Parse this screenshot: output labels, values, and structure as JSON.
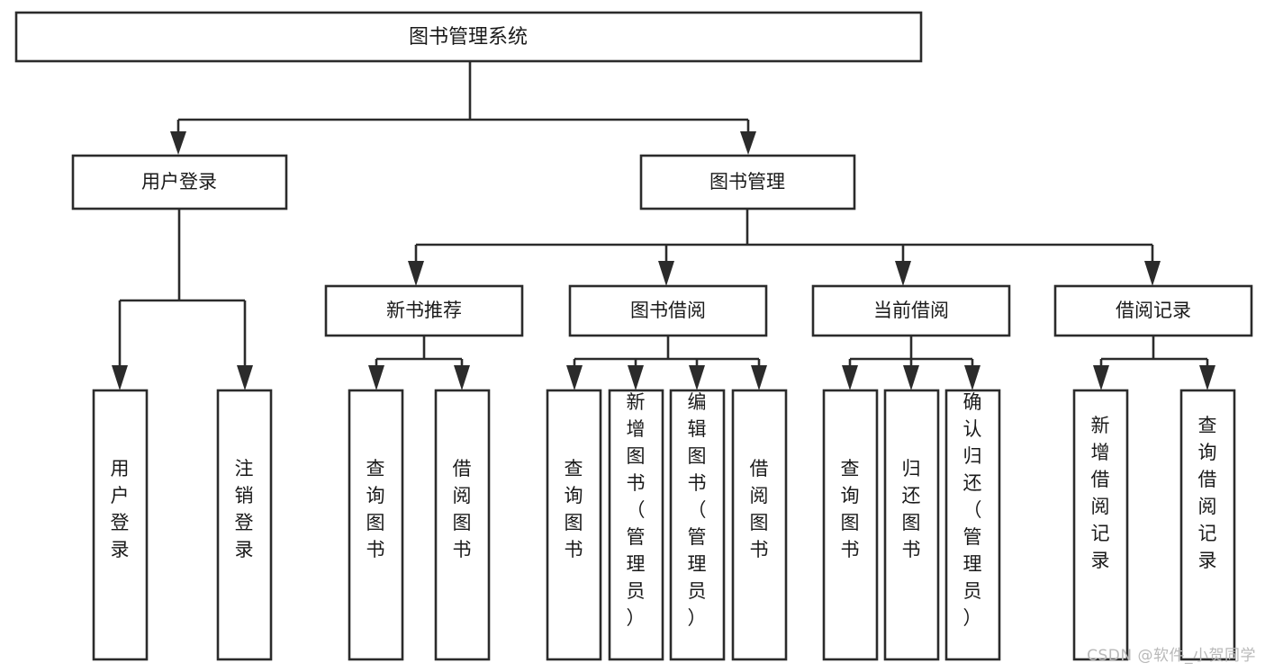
{
  "page": {
    "title": "图书管理系统",
    "watermark": "CSDN @软件_小贺同学",
    "background_color": "#ffffff",
    "line_color": "#2b2b2b",
    "text_color": "#1a1a1a",
    "watermark_color": "#b9b9b9"
  },
  "nodes": {
    "root": {
      "label": "图书管理系统"
    },
    "level2": [
      {
        "label": "用户登录"
      },
      {
        "label": "图书管理"
      }
    ],
    "level3": [
      {
        "label": "新书推荐"
      },
      {
        "label": "图书借阅"
      },
      {
        "label": "当前借阅"
      },
      {
        "label": "借阅记录"
      }
    ],
    "leaves": {
      "user_login": [
        {
          "label": "用户登录"
        },
        {
          "label": "注销登录"
        }
      ],
      "new_book_recommend": [
        {
          "label": "查询图书"
        },
        {
          "label": "借阅图书"
        }
      ],
      "book_borrow": [
        {
          "label": "查询图书"
        },
        {
          "label": "新增图书（管理员）"
        },
        {
          "label": "编辑图书（管理员）"
        },
        {
          "label": "借阅图书"
        }
      ],
      "current_borrow": [
        {
          "label": "查询图书"
        },
        {
          "label": "归还图书"
        },
        {
          "label": "确认归还（管理员）"
        }
      ],
      "borrow_record": [
        {
          "label": "新增借阅记录"
        },
        {
          "label": "查询借阅记录"
        }
      ]
    }
  }
}
